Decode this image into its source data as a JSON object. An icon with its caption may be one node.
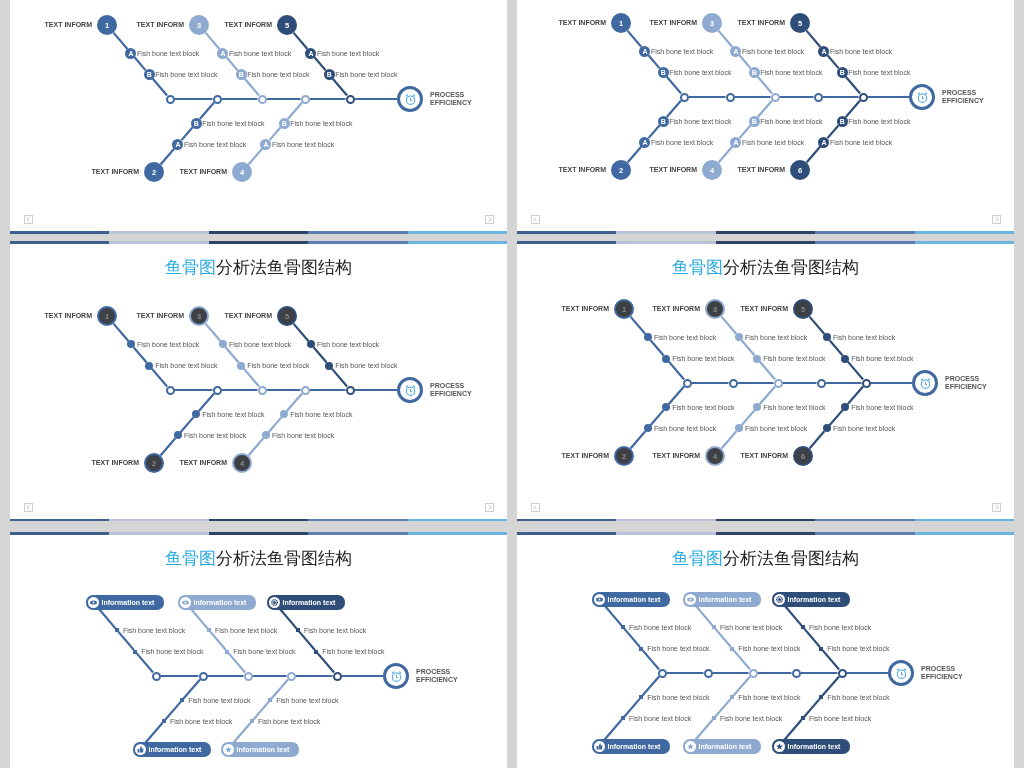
{
  "diagram": {
    "nodes": [
      {
        "text": [],
        "shape": "box"
      },
      {
        "text": [
          "1"
        ],
        "beside": [
          "TEXT INFORM"
        ],
        "in": 0
      },
      {
        "text": [
          "A"
        ],
        "beside": [
          "Fish bone text block"
        ],
        "in": 0
      },
      {
        "text": [
          "B"
        ],
        "beside": [
          "Fish bone text block"
        ],
        "in": 0
      },
      {
        "text": [
          "2"
        ],
        "beside": [
          "TEXT INFORM"
        ],
        "in": 0
      },
      {
        "text": [
          "A"
        ],
        "beside": [
          "Fish bone text block"
        ],
        "in": 0
      },
      {
        "text": [
          "B"
        ],
        "beside": [
          "Fish bone text block"
        ],
        "in": 0
      },
      {
        "text": [
          "3"
        ],
        "beside": [
          "TEXT INFORM"
        ],
        "in": 0
      },
      {
        "text": [
          "A"
        ],
        "beside": [
          "Fish bone text block"
        ],
        "in": 0
      },
      {
        "text": [
          "B"
        ],
        "beside": [
          "Fish bone text block"
        ],
        "in": 0
      },
      {
        "text": [
          "4"
        ],
        "beside": [
          "TEXT INFORM"
        ],
        "in": 0
      },
      {
        "text": [
          "A"
        ],
        "beside": [
          "Fish bone text block"
        ],
        "in": 0
      },
      {
        "text": [
          "B"
        ],
        "beside": [
          "Fish bone text block"
        ],
        "in": 0
      },
      {
        "text": [
          "5"
        ],
        "beside": [
          "TEXT INFORM"
        ],
        "in": 0
      },
      {
        "text": [
          "A"
        ],
        "beside": [
          "Fish bone text block"
        ],
        "in": 0
      },
      {
        "text": [
          "B"
        ],
        "beside": [
          "Fish bone text block"
        ],
        "in": 0
      },
      {
        "text": [],
        "shape": "circle",
        "in": 0
      },
      {
        "text": [],
        "shape": "circle",
        "in": 0
      },
      {
        "text": [],
        "shape": "circle",
        "in": 0
      },
      {
        "text": [],
        "shape": "circle",
        "in": 0
      },
      {
        "text": [],
        "shape": "circle",
        "in": 0
      },
      {
        "text": [],
        "shape": "circle",
        "beside": [
          "PROCESS EFFICIENCY"
        ],
        "in": 0
      },
      {
        "text": [],
        "shape": "box"
      },
      {
        "text": [
          "1"
        ],
        "beside": [
          "TEXT INFORM"
        ],
        "in": 22
      },
      {
        "text": [
          "A"
        ],
        "beside": [
          "Fish bone text block"
        ],
        "in": 22
      },
      {
        "text": [
          "B"
        ],
        "beside": [
          "Fish bone text block"
        ],
        "in": 22
      },
      {
        "text": [
          "2"
        ],
        "beside": [
          "TEXT INFORM"
        ],
        "in": 22
      },
      {
        "text": [
          "A"
        ],
        "beside": [
          "Fish bone text block"
        ],
        "in": 22
      },
      {
        "text": [
          "B"
        ],
        "beside": [
          "Fish bone text block"
        ],
        "in": 22
      },
      {
        "text": [
          "3"
        ],
        "beside": [
          "TEXT INFORM"
        ],
        "in": 22
      },
      {
        "text": [
          "A"
        ],
        "beside": [
          "Fish bone text block"
        ],
        "in": 22
      },
      {
        "text": [
          "B"
        ],
        "beside": [
          "Fish bone text block"
        ],
        "in": 22
      },
      {
        "text": [
          "4"
        ],
        "beside": [
          "TEXT INFORM"
        ],
        "in": 22
      },
      {
        "text": [
          "A"
        ],
        "beside": [
          "Fish bone text block"
        ],
        "in": 22
      },
      {
        "text": [
          "B"
        ],
        "beside": [
          "Fish bone text block"
        ],
        "in": 22
      },
      {
        "text": [
          "5"
        ],
        "beside": [
          "TEXT INFORM"
        ],
        "in": 22
      },
      {
        "text": [
          "A"
        ],
        "beside": [
          "Fish bone text block"
        ],
        "in": 22
      },
      {
        "text": [
          "B"
        ],
        "beside": [
          "Fish bone text block"
        ],
        "in": 22
      },
      {
        "text": [
          "6"
        ],
        "beside": [
          "TEXT INFORM"
        ],
        "in": 22
      },
      {
        "text": [
          "A"
        ],
        "beside": [
          "Fish bone text block"
        ],
        "in": 22
      },
      {
        "text": [
          "B"
        ],
        "beside": [
          "Fish bone text block"
        ],
        "in": 22
      },
      {
        "text": [],
        "shape": "circle",
        "in": 22
      },
      {
        "text": [],
        "shape": "circle",
        "in": 22
      },
      {
        "text": [],
        "shape": "circle",
        "in": 22
      },
      {
        "text": [],
        "shape": "circle",
        "in": 22
      },
      {
        "text": [],
        "shape": "circle",
        "in": 22
      },
      {
        "text": [],
        "shape": "circle",
        "beside": [
          "PROCESS EFFICIENCY"
        ],
        "in": 22
      },
      {
        "text": [
          "鱼骨图",
          "分析法鱼骨图结构"
        ]
      },
      {
        "text": [
          "1"
        ],
        "beside": [
          "TEXT INFORM"
        ],
        "in": 47
      },
      {
        "text": [],
        "shape": "circle",
        "beside": [
          "Fish bone text block"
        ],
        "in": 47
      },
      {
        "text": [],
        "shape": "circle",
        "beside": [
          "Fish bone text block"
        ],
        "in": 47
      },
      {
        "text": [
          "2"
        ],
        "beside": [
          "TEXT INFORM"
        ],
        "in": 47
      },
      {
        "text": [],
        "shape": "circle",
        "beside": [
          "Fish bone text block"
        ],
        "in": 47
      },
      {
        "text": [],
        "shape": "circle",
        "beside": [
          "Fish bone text block"
        ],
        "in": 47
      },
      {
        "text": [
          "3"
        ],
        "beside": [
          "TEXT INFORM"
        ],
        "in": 47
      },
      {
        "text": [],
        "shape": "circle",
        "beside": [
          "Fish bone text block"
        ],
        "in": 47
      },
      {
        "text": [],
        "shape": "circle",
        "beside": [
          "Fish bone text block"
        ],
        "in": 47
      },
      {
        "text": [
          "4"
        ],
        "beside": [
          "TEXT INFORM"
        ],
        "in": 47
      },
      {
        "text": [],
        "shape": "circle",
        "beside": [
          "Fish bone text block"
        ],
        "in": 47
      },
      {
        "text": [],
        "shape": "circle",
        "beside": [
          "Fish bone text block"
        ],
        "in": 47
      },
      {
        "text": [
          "5"
        ],
        "beside": [
          "TEXT INFORM"
        ],
        "in": 47
      },
      {
        "text": [],
        "shape": "circle",
        "beside": [
          "Fish bone text block"
        ],
        "in": 47
      },
      {
        "text": [],
        "shape": "circle",
        "beside": [
          "Fish bone text block"
        ],
        "in": 47
      },
      {
        "text": [],
        "shape": "circle",
        "in": 47
      },
      {
        "text": [],
        "shape": "circle",
        "in": 47
      },
      {
        "text": [],
        "shape": "circle",
        "in": 47
      },
      {
        "text": [],
        "shape": "circle",
        "in": 47
      },
      {
        "text": [],
        "shape": "circle",
        "in": 47
      },
      {
        "text": [],
        "shape": "circle",
        "beside": [
          "PROCESS EFFICIENCY"
        ],
        "in": 47
      },
      {
        "text": [
          "鱼骨图",
          "分析法鱼骨图结构"
        ]
      },
      {
        "text": [
          "1"
        ],
        "beside": [
          "TEXT INFORM"
        ],
        "in": 69
      },
      {
        "text": [],
        "shape": "circle",
        "beside": [
          "Fish bone text block"
        ],
        "in": 69
      },
      {
        "text": [],
        "shape": "circle",
        "beside": [
          "Fish bone text block"
        ],
        "in": 69
      },
      {
        "text": [
          "2"
        ],
        "beside": [
          "TEXT INFORM"
        ],
        "in": 69
      },
      {
        "text": [],
        "shape": "circle",
        "beside": [
          "Fish bone text block"
        ],
        "in": 69
      },
      {
        "text": [],
        "shape": "circle",
        "beside": [
          "Fish bone text block"
        ],
        "in": 69
      },
      {
        "text": [
          "3"
        ],
        "beside": [
          "TEXT INFORM"
        ],
        "in": 69
      },
      {
        "text": [],
        "shape": "circle",
        "beside": [
          "Fish bone text block"
        ],
        "in": 69
      },
      {
        "text": [],
        "shape": "circle",
        "beside": [
          "Fish bone text block"
        ],
        "in": 69
      },
      {
        "text": [
          "4"
        ],
        "beside": [
          "TEXT INFORM"
        ],
        "in": 69
      },
      {
        "text": [],
        "shape": "circle",
        "beside": [
          "Fish bone text block"
        ],
        "in": 69
      },
      {
        "text": [],
        "shape": "circle",
        "beside": [
          "Fish bone text block"
        ],
        "in": 69
      },
      {
        "text": [
          "5"
        ],
        "beside": [
          "TEXT INFORM"
        ],
        "in": 69
      },
      {
        "text": [],
        "shape": "circle",
        "beside": [
          "Fish bone text block"
        ],
        "in": 69
      },
      {
        "text": [],
        "shape": "circle",
        "beside": [
          "Fish bone text block"
        ],
        "in": 69
      },
      {
        "text": [
          "6"
        ],
        "beside": [
          "TEXT INFORM"
        ],
        "in": 69
      },
      {
        "text": [],
        "shape": "circle",
        "beside": [
          "Fish bone text block"
        ],
        "in": 69
      },
      {
        "text": [],
        "shape": "circle",
        "beside": [
          "Fish bone text block"
        ],
        "in": 69
      },
      {
        "text": [],
        "shape": "circle",
        "in": 69
      },
      {
        "text": [],
        "shape": "circle",
        "in": 69
      },
      {
        "text": [],
        "shape": "circle",
        "in": 69
      },
      {
        "text": [],
        "shape": "circle",
        "in": 69
      },
      {
        "text": [],
        "shape": "circle",
        "in": 69
      },
      {
        "text": [],
        "shape": "circle",
        "beside": [
          "PROCESS EFFICIENCY"
        ],
        "in": 69
      },
      {
        "text": [
          "鱼骨图",
          "分析法鱼骨图结构"
        ]
      },
      {
        "text": [
          "Information text"
        ],
        "in": 94
      },
      {
        "text": [],
        "shape": "box",
        "beside": [
          "Fish bone text block"
        ],
        "in": 94
      },
      {
        "text": [],
        "shape": "box",
        "beside": [
          "Fish bone text block"
        ],
        "in": 94
      },
      {
        "text": [
          "Information text"
        ],
        "in": 94
      },
      {
        "text": [],
        "shape": "box",
        "beside": [
          "Fish bone text block"
        ],
        "in": 94
      },
      {
        "text": [],
        "shape": "box",
        "beside": [
          "Fish bone text block"
        ],
        "in": 94
      },
      {
        "text": [
          "Information text"
        ],
        "in": 94
      },
      {
        "text": [],
        "shape": "box",
        "beside": [
          "Fish bone text block"
        ],
        "in": 94
      },
      {
        "text": [],
        "shape": "box",
        "beside": [
          "Fish bone text block"
        ],
        "in": 94
      },
      {
        "text": [
          "Information text"
        ],
        "in": 94
      },
      {
        "text": [],
        "shape": "box",
        "beside": [
          "Fish bone text block"
        ],
        "in": 94
      },
      {
        "text": [],
        "shape": "box",
        "beside": [
          "Fish bone text block"
        ],
        "in": 94
      },
      {
        "text": [
          "Information text"
        ],
        "in": 94
      },
      {
        "text": [],
        "shape": "box",
        "beside": [
          "Fish bone text block"
        ],
        "in": 94
      },
      {
        "text": [],
        "shape": "box",
        "beside": [
          "Fish bone text block"
        ],
        "in": 94
      },
      {
        "text": [],
        "shape": "circle",
        "in": 94
      },
      {
        "text": [],
        "shape": "circle",
        "in": 94
      },
      {
        "text": [],
        "shape": "circle",
        "in": 94
      },
      {
        "text": [],
        "shape": "circle",
        "in": 94
      },
      {
        "text": [],
        "shape": "circle",
        "in": 94
      },
      {
        "text": [],
        "shape": "circle",
        "beside": [
          "PROCESS EFFICIENCY"
        ],
        "in": 94
      },
      {
        "text": [
          "鱼骨图",
          "分析法鱼骨图结构"
        ]
      },
      {
        "text": [
          "Information text"
        ],
        "in": 116
      },
      {
        "text": [],
        "shape": "box",
        "beside": [
          "Fish bone text block"
        ],
        "in": 116
      },
      {
        "text": [],
        "shape": "box",
        "beside": [
          "Fish bone text block"
        ],
        "in": 116
      },
      {
        "text": [
          "Information text"
        ],
        "in": 116
      },
      {
        "text": [],
        "shape": "box",
        "beside": [
          "Fish bone text block"
        ],
        "in": 116
      },
      {
        "text": [],
        "shape": "box",
        "beside": [
          "Fish bone text block"
        ],
        "in": 116
      },
      {
        "text": [
          "Information text"
        ],
        "in": 116
      },
      {
        "text": [],
        "shape": "box",
        "beside": [
          "Fish bone text block"
        ],
        "in": 116
      },
      {
        "text": [],
        "shape": "box",
        "beside": [
          "Fish bone text block"
        ],
        "in": 116
      },
      {
        "text": [
          "Information text"
        ],
        "in": 116
      },
      {
        "text": [],
        "shape": "box",
        "beside": [
          "Fish bone text block"
        ],
        "in": 116
      },
      {
        "text": [],
        "shape": "box",
        "beside": [
          "Fish bone text block"
        ],
        "in": 116
      },
      {
        "text": [
          "Information text"
        ],
        "in": 116
      },
      {
        "text": [],
        "shape": "box",
        "beside": [
          "Fish bone text block"
        ],
        "in": 116
      },
      {
        "text": [],
        "shape": "box",
        "beside": [
          "Fish bone text block"
        ],
        "in": 116
      },
      {
        "text": [
          "Information text"
        ],
        "in": 116
      },
      {
        "text": [],
        "shape": "box",
        "beside": [
          "Fish bone text block"
        ],
        "in": 116
      },
      {
        "text": [],
        "shape": "box",
        "beside": [
          "Fish bone text block"
        ],
        "in": 116
      },
      {
        "text": [],
        "shape": "circle",
        "in": 116
      },
      {
        "text": [],
        "shape": "circle",
        "in": 116
      },
      {
        "text": [],
        "shape": "circle",
        "in": 116
      },
      {
        "text": [],
        "shape": "circle",
        "in": 116
      },
      {
        "text": [],
        "shape": "circle",
        "in": 116
      },
      {
        "text": [],
        "shape": "circle",
        "beside": [
          "PROCESS EFFICIENCY"
        ],
        "in": 116
      }
    ],
    "edges": [
      {
        "from": 1,
        "to": 2,
        "arrow": "none"
      },
      {
        "from": 2,
        "to": 3,
        "arrow": "none"
      },
      {
        "from": 3,
        "to": 16,
        "arrow": "none"
      },
      {
        "from": 4,
        "to": 5,
        "arrow": "none"
      },
      {
        "from": 5,
        "to": 6,
        "arrow": "none"
      },
      {
        "from": 6,
        "to": 17,
        "arrow": "none"
      },
      {
        "from": 7,
        "to": 8,
        "arrow": "none",
        "color": "#8eaad0"
      },
      {
        "from": 8,
        "to": 9,
        "arrow": "none",
        "color": "#8eaad0"
      },
      {
        "from": 9,
        "to": 18,
        "arrow": "none",
        "color": "#8eaad0"
      },
      {
        "from": 10,
        "to": 11,
        "arrow": "none",
        "color": "#8eaad0"
      },
      {
        "from": 11,
        "to": 12,
        "arrow": "none",
        "color": "#8eaad0"
      },
      {
        "from": 12,
        "to": 19,
        "arrow": "none",
        "color": "#8eaad0"
      },
      {
        "from": 13,
        "to": 14,
        "arrow": "none",
        "color": "#2e4d78"
      },
      {
        "from": 14,
        "to": 15,
        "arrow": "none",
        "color": "#2e4d78"
      },
      {
        "from": 15,
        "to": 20,
        "arrow": "none",
        "color": "#2e4d78"
      },
      {
        "from": 16,
        "to": 17,
        "arrow": "none"
      },
      {
        "from": 17,
        "to": 18,
        "arrow": "none"
      },
      {
        "from": 18,
        "to": 19,
        "arrow": "none"
      },
      {
        "from": 19,
        "to": 20,
        "arrow": "none"
      },
      {
        "from": 20,
        "to": 21,
        "arrow": "none"
      },
      {
        "from": 23,
        "to": 24,
        "arrow": "none"
      },
      {
        "from": 24,
        "to": 25,
        "arrow": "none"
      },
      {
        "from": 25,
        "to": 41,
        "arrow": "none"
      },
      {
        "from": 26,
        "to": 27,
        "arrow": "none"
      },
      {
        "from": 27,
        "to": 28,
        "arrow": "none"
      },
      {
        "from": 28,
        "to": 41,
        "arrow": "none"
      },
      {
        "from": 29,
        "to": 30,
        "arrow": "none",
        "color": "#8eaad0"
      },
      {
        "from": 30,
        "to": 31,
        "arrow": "none",
        "color": "#8eaad0"
      },
      {
        "from": 31,
        "to": 43,
        "arrow": "none",
        "color": "#8eaad0"
      },
      {
        "from": 32,
        "to": 33,
        "arrow": "none",
        "color": "#8eaad0"
      },
      {
        "from": 33,
        "to": 34,
        "arrow": "none",
        "color": "#8eaad0"
      },
      {
        "from": 34,
        "to": 43,
        "arrow": "none",
        "color": "#8eaad0"
      },
      {
        "from": 35,
        "to": 36,
        "arrow": "none",
        "color": "#2e4d78"
      },
      {
        "from": 36,
        "to": 37,
        "arrow": "none",
        "color": "#2e4d78"
      },
      {
        "from": 37,
        "to": 45,
        "arrow": "none",
        "color": "#2e4d78"
      },
      {
        "from": 38,
        "to": 39,
        "arrow": "none",
        "color": "#2e4d78"
      },
      {
        "from": 39,
        "to": 40,
        "arrow": "none",
        "color": "#2e4d78"
      },
      {
        "from": 40,
        "to": 45,
        "arrow": "none",
        "color": "#2e4d78"
      },
      {
        "from": 41,
        "to": 42,
        "arrow": "none"
      },
      {
        "from": 42,
        "to": 43,
        "arrow": "none"
      },
      {
        "from": 43,
        "to": 44,
        "arrow": "none"
      },
      {
        "from": 44,
        "to": 45,
        "arrow": "none"
      },
      {
        "from": 45,
        "to": 46,
        "arrow": "none"
      },
      {
        "from": 48,
        "to": 49,
        "arrow": "none"
      },
      {
        "from": 49,
        "to": 50,
        "arrow": "none"
      },
      {
        "from": 50,
        "to": 63,
        "arrow": "none"
      },
      {
        "from": 51,
        "to": 52,
        "arrow": "none"
      },
      {
        "from": 52,
        "to": 53,
        "arrow": "none"
      },
      {
        "from": 53,
        "to": 64,
        "arrow": "none"
      },
      {
        "from": 54,
        "to": 55,
        "arrow": "none",
        "color": "#8eaad0"
      },
      {
        "from": 55,
        "to": 56,
        "arrow": "none",
        "color": "#8eaad0"
      },
      {
        "from": 56,
        "to": 65,
        "arrow": "none",
        "color": "#8eaad0"
      },
      {
        "from": 57,
        "to": 58,
        "arrow": "none",
        "color": "#8eaad0"
      },
      {
        "from": 58,
        "to": 59,
        "arrow": "none",
        "color": "#8eaad0"
      },
      {
        "from": 59,
        "to": 66,
        "arrow": "none",
        "color": "#8eaad0"
      },
      {
        "from": 60,
        "to": 61,
        "arrow": "none",
        "color": "#2e4d78"
      },
      {
        "from": 61,
        "to": 62,
        "arrow": "none",
        "color": "#2e4d78"
      },
      {
        "from": 62,
        "to": 67,
        "arrow": "none",
        "color": "#2e4d78"
      },
      {
        "from": 63,
        "to": 64,
        "arrow": "none"
      },
      {
        "from": 64,
        "to": 65,
        "arrow": "none"
      },
      {
        "from": 65,
        "to": 66,
        "arrow": "none"
      },
      {
        "from": 66,
        "to": 67,
        "arrow": "none"
      },
      {
        "from": 67,
        "to": 68,
        "arrow": "none"
      },
      {
        "from": 70,
        "to": 71,
        "arrow": "none"
      },
      {
        "from": 71,
        "to": 72,
        "arrow": "none"
      },
      {
        "from": 72,
        "to": 88,
        "arrow": "none"
      },
      {
        "from": 73,
        "to": 74,
        "arrow": "none"
      },
      {
        "from": 74,
        "to": 75,
        "arrow": "none"
      },
      {
        "from": 75,
        "to": 88,
        "arrow": "none"
      },
      {
        "from": 76,
        "to": 77,
        "arrow": "none",
        "color": "#8eaad0"
      },
      {
        "from": 77,
        "to": 78,
        "arrow": "none",
        "color": "#8eaad0"
      },
      {
        "from": 78,
        "to": 90,
        "arrow": "none",
        "color": "#8eaad0"
      },
      {
        "from": 79,
        "to": 80,
        "arrow": "none",
        "color": "#8eaad0"
      },
      {
        "from": 80,
        "to": 81,
        "arrow": "none",
        "color": "#8eaad0"
      },
      {
        "from": 81,
        "to": 90,
        "arrow": "none",
        "color": "#8eaad0"
      },
      {
        "from": 82,
        "to": 83,
        "arrow": "none",
        "color": "#2e4d78"
      },
      {
        "from": 83,
        "to": 84,
        "arrow": "none",
        "color": "#2e4d78"
      },
      {
        "from": 84,
        "to": 92,
        "arrow": "none",
        "color": "#2e4d78"
      },
      {
        "from": 85,
        "to": 86,
        "arrow": "none",
        "color": "#2e4d78"
      },
      {
        "from": 86,
        "to": 87,
        "arrow": "none",
        "color": "#2e4d78"
      },
      {
        "from": 87,
        "to": 92,
        "arrow": "none",
        "color": "#2e4d78"
      },
      {
        "from": 88,
        "to": 89,
        "arrow": "none"
      },
      {
        "from": 89,
        "to": 90,
        "arrow": "none"
      },
      {
        "from": 90,
        "to": 91,
        "arrow": "none"
      },
      {
        "from": 91,
        "to": 92,
        "arrow": "none"
      },
      {
        "from": 92,
        "to": 93,
        "arrow": "none"
      },
      {
        "from": 95,
        "to": 96,
        "arrow": "none"
      },
      {
        "from": 96,
        "to": 97,
        "arrow": "none"
      },
      {
        "from": 97,
        "to": 110,
        "arrow": "none"
      },
      {
        "from": 98,
        "to": 99,
        "arrow": "none"
      },
      {
        "from": 99,
        "to": 100,
        "arrow": "none"
      },
      {
        "from": 100,
        "to": 111,
        "arrow": "none"
      },
      {
        "from": 101,
        "to": 102,
        "arrow": "none",
        "color": "#8eaad0"
      },
      {
        "from": 102,
        "to": 103,
        "arrow": "none",
        "color": "#8eaad0"
      },
      {
        "from": 103,
        "to": 112,
        "arrow": "none",
        "color": "#8eaad0"
      },
      {
        "from": 104,
        "to": 105,
        "arrow": "none",
        "color": "#8eaad0"
      },
      {
        "from": 105,
        "to": 106,
        "arrow": "none",
        "color": "#8eaad0"
      },
      {
        "from": 106,
        "to": 113,
        "arrow": "none",
        "color": "#8eaad0"
      },
      {
        "from": 107,
        "to": 108,
        "arrow": "none",
        "color": "#2e4d78"
      },
      {
        "from": 108,
        "to": 109,
        "arrow": "none",
        "color": "#2e4d78"
      },
      {
        "from": 109,
        "to": 114,
        "arrow": "none",
        "color": "#2e4d78"
      },
      {
        "from": 110,
        "to": 111,
        "arrow": "none"
      },
      {
        "from": 111,
        "to": 112,
        "arrow": "none"
      },
      {
        "from": 112,
        "to": 113,
        "arrow": "none"
      },
      {
        "from": 113,
        "to": 114,
        "arrow": "none"
      },
      {
        "from": 114,
        "to": 115,
        "arrow": "none"
      },
      {
        "from": 117,
        "to": 118,
        "arrow": "none"
      },
      {
        "from": 118,
        "to": 119,
        "arrow": "none"
      },
      {
        "from": 119,
        "to": 135,
        "arrow": "none"
      },
      {
        "from": 120,
        "to": 121,
        "arrow": "none"
      },
      {
        "from": 121,
        "to": 122,
        "arrow": "none"
      },
      {
        "from": 122,
        "to": 135,
        "arrow": "none"
      },
      {
        "from": 123,
        "to": 124,
        "arrow": "none",
        "color": "#8eaad0"
      },
      {
        "from": 124,
        "to": 125,
        "arrow": "none",
        "color": "#8eaad0"
      },
      {
        "from": 125,
        "to": 137,
        "arrow": "none",
        "color": "#8eaad0"
      },
      {
        "from": 126,
        "to": 127,
        "arrow": "none",
        "color": "#8eaad0"
      },
      {
        "from": 127,
        "to": 128,
        "arrow": "none",
        "color": "#8eaad0"
      },
      {
        "from": 128,
        "to": 137,
        "arrow": "none",
        "color": "#8eaad0"
      },
      {
        "from": 129,
        "to": 130,
        "arrow": "none",
        "color": "#2e4d78"
      },
      {
        "from": 130,
        "to": 131,
        "arrow": "none",
        "color": "#2e4d78"
      },
      {
        "from": 131,
        "to": 139,
        "arrow": "none",
        "color": "#2e4d78"
      },
      {
        "from": 132,
        "to": 133,
        "arrow": "none",
        "color": "#2e4d78"
      },
      {
        "from": 133,
        "to": 134,
        "arrow": "none",
        "color": "#2e4d78"
      },
      {
        "from": 134,
        "to": 139,
        "arrow": "none",
        "color": "#2e4d78"
      },
      {
        "from": 135,
        "to": 136,
        "arrow": "none"
      },
      {
        "from": 136,
        "to": 137,
        "arrow": "none"
      },
      {
        "from": 137,
        "to": 138,
        "arrow": "none"
      },
      {
        "from": 138,
        "to": 139,
        "arrow": "none"
      },
      {
        "from": 139,
        "to": 140,
        "arrow": "none"
      }
    ]
  }
}
